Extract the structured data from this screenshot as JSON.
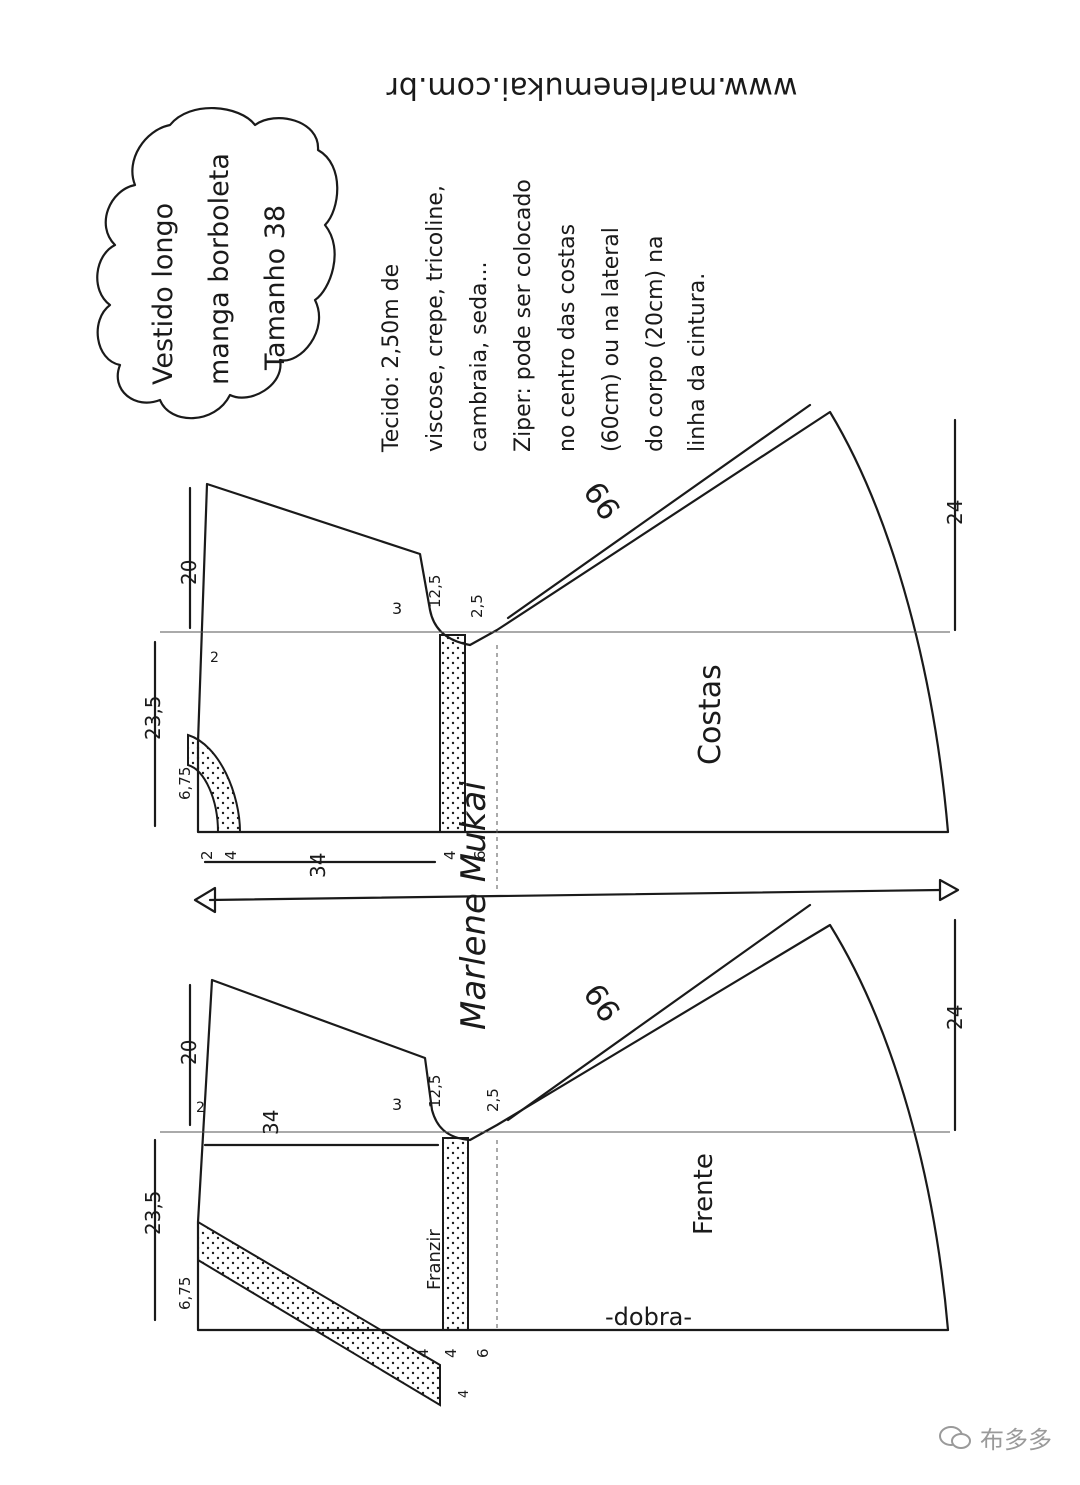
{
  "website": "www.marlenemukai.com.br",
  "title_lines": [
    "Vestido longo",
    "manga borboleta",
    "Tamanho 38"
  ],
  "notes": [
    "Tecido: 2,50m de",
    "viscose, crepe, tricoline,",
    "cambraia, seda...",
    "Ziper: pode ser colocado",
    "no centro das costas",
    "(60cm) ou na lateral",
    "do corpo (20cm) na",
    "linha da cintura."
  ],
  "signature": "Marlene Mukai",
  "watermark": "布多多",
  "back": {
    "label": "Costas",
    "dims": {
      "top": "20",
      "armhole_drop": "2",
      "neck_side": "23,5",
      "neck_depth": "6,75",
      "neck_w1": "2",
      "neck_w2": "4",
      "length": "34",
      "sleeve_a": "3",
      "sleeve_b": "12,5",
      "curve": "2,5",
      "diag": "99",
      "hem": "24",
      "waist_a": "4",
      "waist_b": "6"
    }
  },
  "front": {
    "label": "Frente",
    "gather": "Franzir",
    "fold": "-dobra-",
    "dims": {
      "top": "20",
      "armhole_drop": "2",
      "neck_side": "23,5",
      "neck_depth": "6,75",
      "length": "34",
      "sleeve_a": "3",
      "sleeve_b": "12,5",
      "curve": "2,5",
      "diag": "99",
      "hem": "24",
      "band_a": "4",
      "band_b": "4",
      "band_c": "4",
      "waist_b": "6"
    }
  }
}
